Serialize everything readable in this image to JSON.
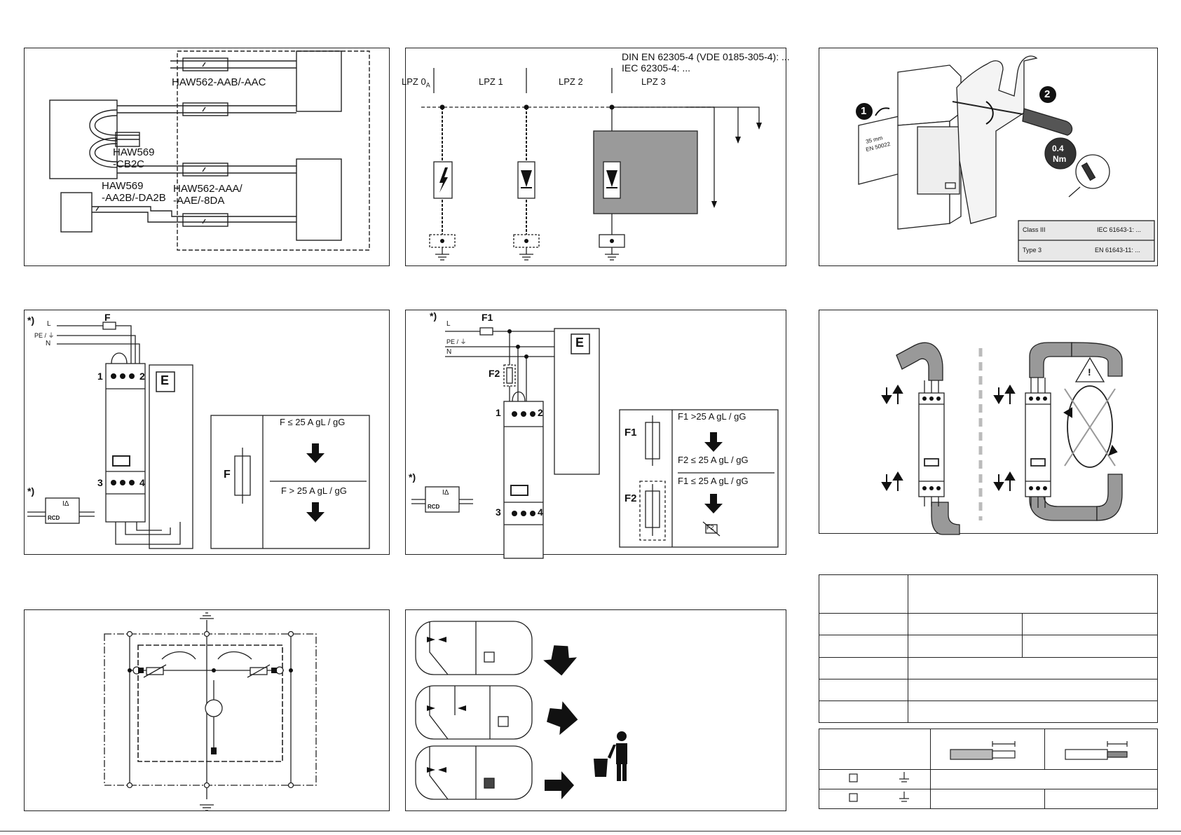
{
  "panel1": {
    "label_aab": "HAW562-AAB/-AAC",
    "label_cb2c_a": "HAW569",
    "label_cb2c_b": "-CB2C",
    "label_aa2b_a": "HAW569",
    "label_aa2b_b": "-AA2B/-DA2B",
    "label_aaa_a": "HAW562-AAA/",
    "label_aaa_b": "-AAE/-8DA"
  },
  "panel2": {
    "std_1": "DIN EN 62305-4 (VDE 0185-305-4): ...",
    "std_2": "IEC 62305-4: ...",
    "lpz0": "LPZ 0",
    "lpz0_sub": "A",
    "lpz1": "LPZ 1",
    "lpz2": "LPZ 2",
    "lpz3": "LPZ 3"
  },
  "panel3": {
    "step1": "1",
    "step2": "2",
    "rail_1": "35 mm",
    "rail_2": "EN 50022",
    "torque_1": "0.4",
    "torque_2": "Nm",
    "class_left": "Class III",
    "class_right": "IEC 61643-1: ...",
    "type_left": "Type 3",
    "type_right": "EN 61643-11: ..."
  },
  "panel4": {
    "note": "*)",
    "fuse": "F",
    "l": "L",
    "pe": "PE / ⏚",
    "n": "N",
    "t1": "1",
    "t2": "2",
    "t3": "3",
    "t4": "4",
    "e": "E",
    "note2": "*)",
    "rcd": "RCD",
    "idelta": "IΔ",
    "table_f": "F",
    "cond1": "F  ≤ 25 A gL / gG",
    "cond2": "F > 25 A gL / gG"
  },
  "panel5": {
    "note": "*)",
    "f1": "F1",
    "l": "L",
    "pe": "PE / ⏚",
    "n": "N",
    "f2": "F2",
    "t1": "1",
    "t2": "2",
    "t3": "3",
    "t4": "4",
    "e": "E",
    "note2": "*)",
    "rcd": "RCD",
    "idelta": "IΔ",
    "row_f1": "F1",
    "row_f2": "F2",
    "cond1": "F1  >25 A gL / gG",
    "cond2": "F2 ≤ 25 A gL / gG",
    "cond3": "F1 ≤ 25 A gL / gG",
    "cross": "F2"
  },
  "panel6": {
    "warn": "!"
  },
  "panel8": {
    "arrow_icon": "arrow-right-icon",
    "dispose_icon": "trash-disposal-icon"
  },
  "colors": {
    "line": "#222222",
    "fill_grey": "#9a9a9a",
    "dark": "#111111"
  }
}
